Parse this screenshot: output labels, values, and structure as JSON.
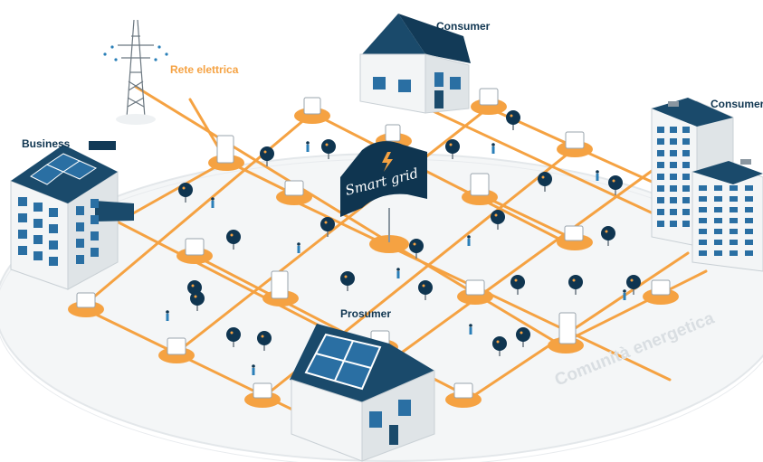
{
  "labels": {
    "rete_elettrica": "Rete elettrica",
    "consumer_top": "Consumer",
    "consumer_right": "Consumer",
    "business": "Business",
    "prosumer": "Prosumer",
    "smart_grid": "Smart grid",
    "comunita": "Comunità energetica"
  },
  "colors": {
    "accent_orange": "#f5a242",
    "navy": "#0f3550",
    "line_gray": "#d9dee2"
  },
  "icons": [
    "power-pylon-icon",
    "house-icon",
    "office-building-icon",
    "tower-building-icon",
    "solar-panel-icon",
    "battery-icon",
    "meter-icon",
    "tree-icon",
    "person-icon",
    "lightning-icon"
  ]
}
